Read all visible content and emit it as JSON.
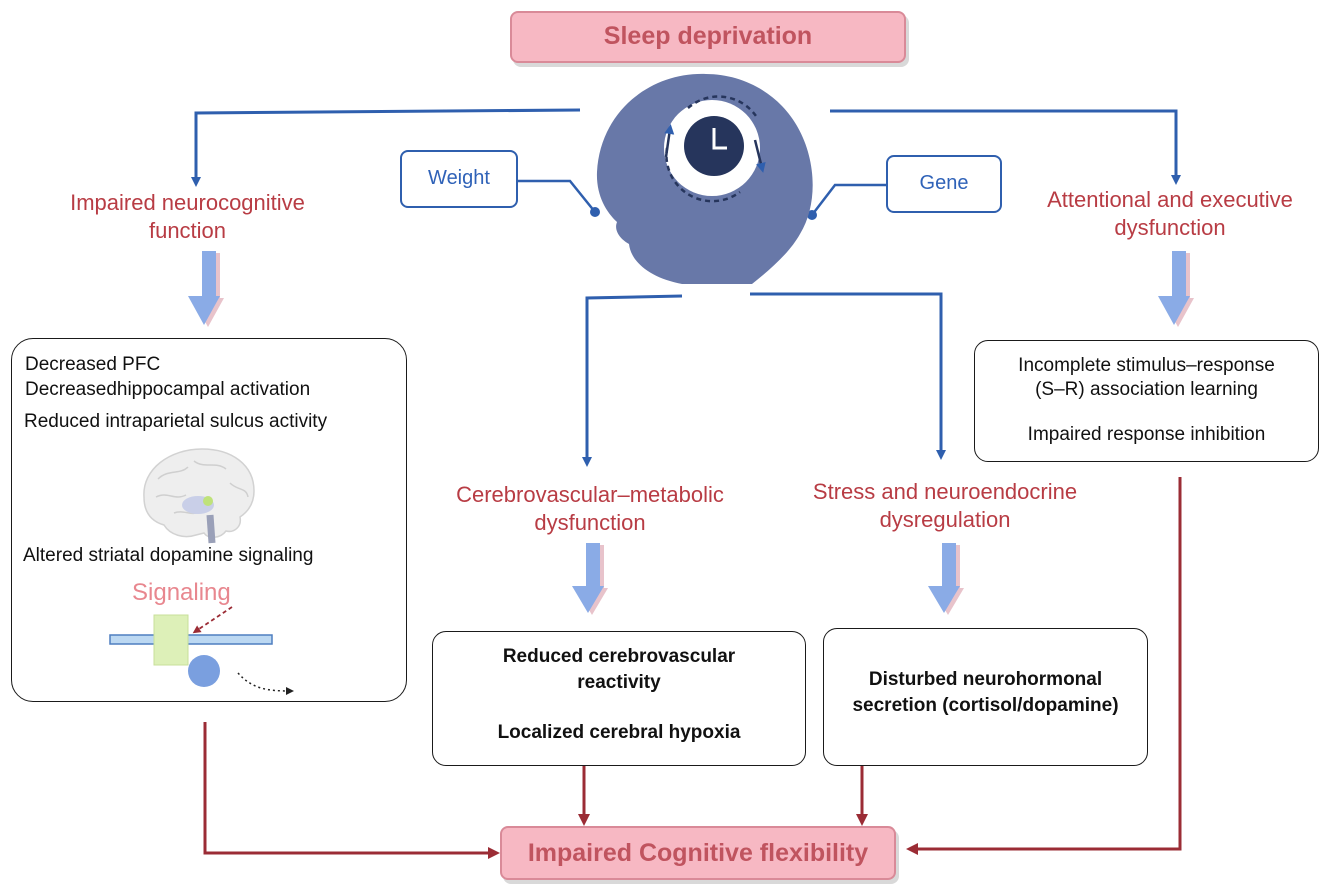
{
  "top": {
    "title": "Sleep deprivation"
  },
  "bottom": {
    "title": "Impaired Cognitive flexibility"
  },
  "factors": {
    "left": "Weight",
    "right": "Gene"
  },
  "branches": {
    "neuro": {
      "heading_line1": "Impaired neurocognitive",
      "heading_line2": "function",
      "items": [
        "Decreased PFC",
        "Decreasedhippocampal activation",
        "Reduced intraparietal sulcus activity",
        "Altered striatal dopamine signaling"
      ],
      "signal_label": "Signaling"
    },
    "attention": {
      "heading_line1": "Attentional and executive",
      "heading_line2": "dysfunction",
      "items_line1": "Incomplete stimulus–response",
      "items_line2": "(S–R) association learning",
      "items_line3": "Impaired response inhibition"
    },
    "vascular": {
      "heading_line1": "Cerebrovascular–metabolic",
      "heading_line2": "dysfunction",
      "items_line1": "Reduced cerebrovascular",
      "items_line2": "reactivity",
      "items_line3": "Localized cerebral hypoxia"
    },
    "stress": {
      "heading_line1": "Stress and neuroendocrine",
      "heading_line2": "dysregulation",
      "items_line1": "Disturbed neurohormonal",
      "items_line2": "secretion (cortisol/dopamine)"
    }
  },
  "colors": {
    "blue_line": "#2f5fae",
    "red_line": "#9b2c35",
    "heading_red": "#b83c44",
    "pill_fill": "#f7b8c3",
    "head_fill": "#6878a8",
    "clock_fill": "#26355c",
    "block_arrow": "#8aabe6"
  }
}
